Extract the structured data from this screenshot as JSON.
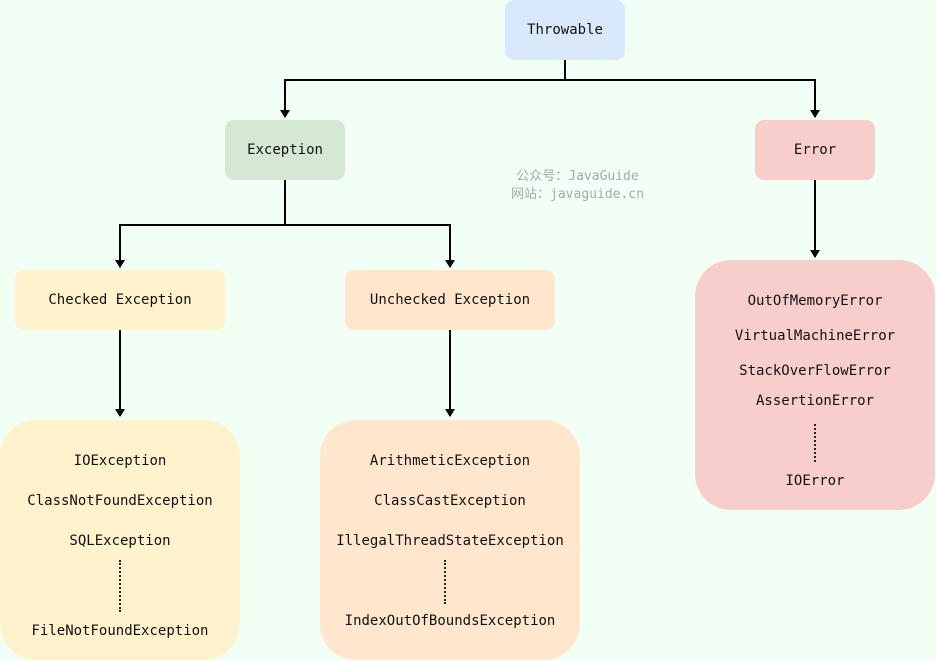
{
  "watermark": {
    "line1": "公众号：JavaGuide",
    "line2": "网站：javaguide.cn"
  },
  "nodes": {
    "throwable": "Throwable",
    "exception": "Exception",
    "error": "Error",
    "checked": "Checked Exception",
    "unchecked": "Unchecked Exception"
  },
  "checked_examples": {
    "items": [
      "IOException",
      "ClassNotFoundException",
      "SQLException"
    ],
    "last": "FileNotFoundException"
  },
  "unchecked_examples": {
    "items": [
      "ArithmeticException",
      "ClassCastException",
      "IllegalThreadStateException"
    ],
    "last": "IndexOutOfBoundsException"
  },
  "error_examples": {
    "items": [
      "OutOfMemoryError",
      "VirtualMachineError",
      "StackOverFlowError",
      "AssertionError"
    ],
    "last": "IOError"
  },
  "colors": {
    "background": "#f2fff5",
    "throwable": "#dae8fc",
    "exception": "#d5e8d4",
    "error": "#f8cecc",
    "checked": "#fff2cc",
    "unchecked": "#ffe6cc",
    "line": "#000000",
    "dots": "#222222"
  }
}
